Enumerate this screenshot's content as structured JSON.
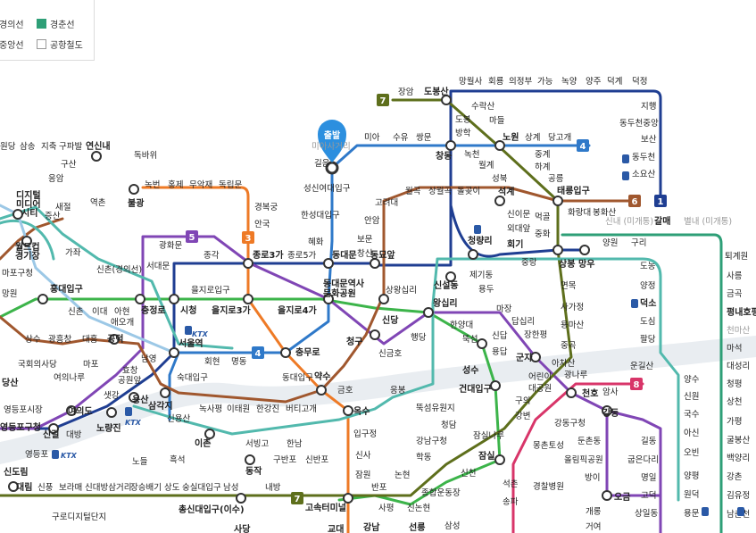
{
  "legend": {
    "items": [
      {
        "label": "경의선"
      },
      {
        "label": "경춘선",
        "color": "#2e9f77"
      },
      {
        "label": "중앙선"
      },
      {
        "label": "공항철도"
      }
    ]
  },
  "marker": {
    "label": "출발"
  },
  "line_badges": [
    {
      "id": "l7a",
      "text": "7",
      "color": "#5e6f1c"
    },
    {
      "id": "l4a",
      "text": "4",
      "color": "#2f79c9"
    },
    {
      "id": "l6",
      "text": "6",
      "color": "#a0572e"
    },
    {
      "id": "l1",
      "text": "1",
      "color": "#1f3e92"
    },
    {
      "id": "l3",
      "text": "3",
      "color": "#ee7a26"
    },
    {
      "id": "l5",
      "text": "5",
      "color": "#8046b5"
    },
    {
      "id": "l4b",
      "text": "4",
      "color": "#2f79c9"
    },
    {
      "id": "l8",
      "text": "8",
      "color": "#d83569"
    },
    {
      "id": "l7b",
      "text": "7",
      "color": "#5e6f1c"
    }
  ],
  "stations": [
    {
      "id": "s0",
      "text": "원당"
    },
    {
      "id": "s1",
      "text": "삼송"
    },
    {
      "id": "s2",
      "text": "지축"
    },
    {
      "id": "s3",
      "text": "구파발"
    },
    {
      "id": "s4",
      "text": "연신내"
    },
    {
      "id": "s5",
      "text": "독바위"
    },
    {
      "id": "s6",
      "text": "구산"
    },
    {
      "id": "s7",
      "text": "응암"
    },
    {
      "id": "s8",
      "text": "새절"
    },
    {
      "id": "s9",
      "text": "역촌"
    },
    {
      "id": "s10",
      "text": "증산"
    },
    {
      "id": "s11",
      "text": "디지털"
    },
    {
      "id": "s12",
      "text": "미디어"
    },
    {
      "id": "s13",
      "text": "시티"
    },
    {
      "id": "s14",
      "text": "불광"
    },
    {
      "id": "s15",
      "text": "녹번"
    },
    {
      "id": "s16",
      "text": "홍제"
    },
    {
      "id": "s17",
      "text": "무악재"
    },
    {
      "id": "s18",
      "text": "독립문"
    },
    {
      "id": "s19",
      "text": "경복궁"
    },
    {
      "id": "s20",
      "text": "안국"
    },
    {
      "id": "s21",
      "text": "월드컵"
    },
    {
      "id": "s22",
      "text": "경기장"
    },
    {
      "id": "s23",
      "text": "마포구청"
    },
    {
      "id": "s24",
      "text": "가좌"
    },
    {
      "id": "s25",
      "text": "망원"
    },
    {
      "id": "s26",
      "text": "신촌(경의선)"
    },
    {
      "id": "s27",
      "text": "서대문"
    },
    {
      "id": "s28",
      "text": "광화문"
    },
    {
      "id": "s29",
      "text": "종각"
    },
    {
      "id": "s30",
      "text": "종로3가"
    },
    {
      "id": "s31",
      "text": "종로5가"
    },
    {
      "id": "s32",
      "text": "동대문"
    },
    {
      "id": "s33",
      "text": "동묘앞"
    },
    {
      "id": "s34",
      "text": "홍대입구"
    },
    {
      "id": "s35",
      "text": "신촌"
    },
    {
      "id": "s36",
      "text": "이대"
    },
    {
      "id": "s37",
      "text": "아현"
    },
    {
      "id": "s38",
      "text": "애오개"
    },
    {
      "id": "s39",
      "text": "충정로"
    },
    {
      "id": "s40",
      "text": "시청"
    },
    {
      "id": "s41",
      "text": "을지로입구"
    },
    {
      "id": "s42",
      "text": "을지로3가"
    },
    {
      "id": "s43",
      "text": "을지로4가"
    },
    {
      "id": "s44",
      "text": "동대문역사"
    },
    {
      "id": "s45",
      "text": "문화공원"
    },
    {
      "id": "s46",
      "text": "상왕십리"
    },
    {
      "id": "s47",
      "text": "신당"
    },
    {
      "id": "s48",
      "text": "상수"
    },
    {
      "id": "s49",
      "text": "광흥창"
    },
    {
      "id": "s50",
      "text": "대흥"
    },
    {
      "id": "s51",
      "text": "공덕"
    },
    {
      "id": "s52",
      "text": "서울역"
    },
    {
      "id": "s53",
      "text": "회현"
    },
    {
      "id": "s54",
      "text": "명동"
    },
    {
      "id": "s55",
      "text": "충무로"
    },
    {
      "id": "s56",
      "text": "청구"
    },
    {
      "id": "s57",
      "text": "신금호"
    },
    {
      "id": "s58",
      "text": "행당"
    },
    {
      "id": "s59",
      "text": "왕십리"
    },
    {
      "id": "s60",
      "text": "국회의사당"
    },
    {
      "id": "s61",
      "text": "마포"
    },
    {
      "id": "s62",
      "text": "여의나루"
    },
    {
      "id": "s63",
      "text": "남영"
    },
    {
      "id": "s64",
      "text": "효창"
    },
    {
      "id": "s65",
      "text": "공원앞"
    },
    {
      "id": "s66",
      "text": "숙대입구"
    },
    {
      "id": "s67",
      "text": "동대입구"
    },
    {
      "id": "s68",
      "text": "약수"
    },
    {
      "id": "s69",
      "text": "금호"
    },
    {
      "id": "s70",
      "text": "응봉"
    },
    {
      "id": "s71",
      "text": "당산"
    },
    {
      "id": "s72",
      "text": "여의도"
    },
    {
      "id": "s73",
      "text": "샛강"
    },
    {
      "id": "s74",
      "text": "용산"
    },
    {
      "id": "s75",
      "text": "삼각지"
    },
    {
      "id": "s76",
      "text": "신용산"
    },
    {
      "id": "s77",
      "text": "녹사평"
    },
    {
      "id": "s78",
      "text": "이태원"
    },
    {
      "id": "s79",
      "text": "한강진"
    },
    {
      "id": "s80",
      "text": "버티고개"
    },
    {
      "id": "s81",
      "text": "옥수"
    },
    {
      "id": "s82",
      "text": "영등포시장"
    },
    {
      "id": "s83",
      "text": "영등포구청"
    },
    {
      "id": "s84",
      "text": "신길"
    },
    {
      "id": "s85",
      "text": "대방"
    },
    {
      "id": "s86",
      "text": "노량진"
    },
    {
      "id": "s87",
      "text": "이촌"
    },
    {
      "id": "s88",
      "text": "서빙고"
    },
    {
      "id": "s89",
      "text": "한남"
    },
    {
      "id": "s90",
      "text": "영등포"
    },
    {
      "id": "s91",
      "text": "노들"
    },
    {
      "id": "s92",
      "text": "흑석"
    },
    {
      "id": "s93",
      "text": "동작"
    },
    {
      "id": "s94",
      "text": "구반포"
    },
    {
      "id": "s95",
      "text": "신반포"
    },
    {
      "id": "s96",
      "text": "신도림"
    },
    {
      "id": "s97",
      "text": "대림"
    },
    {
      "id": "s98",
      "text": "신풍"
    },
    {
      "id": "s99",
      "text": "보라매"
    },
    {
      "id": "s100",
      "text": "신대방삼거리"
    },
    {
      "id": "s101",
      "text": "장승배기"
    },
    {
      "id": "s102",
      "text": "상도"
    },
    {
      "id": "s103",
      "text": "숭실대입구"
    },
    {
      "id": "s104",
      "text": "남성"
    },
    {
      "id": "s105",
      "text": "총신대입구(이수)"
    },
    {
      "id": "s106",
      "text": "내방"
    },
    {
      "id": "s107",
      "text": "고속터미널"
    },
    {
      "id": "s108",
      "text": "구로디지털단지"
    },
    {
      "id": "s109",
      "text": "사당"
    },
    {
      "id": "s110",
      "text": "교대"
    },
    {
      "id": "s111",
      "text": "장암"
    },
    {
      "id": "s112",
      "text": "도봉산"
    },
    {
      "id": "s113",
      "text": "망월사"
    },
    {
      "id": "s114",
      "text": "회룡"
    },
    {
      "id": "s115",
      "text": "의정부"
    },
    {
      "id": "s116",
      "text": "가능"
    },
    {
      "id": "s117",
      "text": "녹양"
    },
    {
      "id": "s118",
      "text": "양주"
    },
    {
      "id": "s119",
      "text": "덕계"
    },
    {
      "id": "s120",
      "text": "덕정"
    },
    {
      "id": "s121",
      "text": "수락산"
    },
    {
      "id": "s122",
      "text": "도봉"
    },
    {
      "id": "s123",
      "text": "마들"
    },
    {
      "id": "s124",
      "text": "방학"
    },
    {
      "id": "s125",
      "text": "미아"
    },
    {
      "id": "s126",
      "text": "수유"
    },
    {
      "id": "s127",
      "text": "쌍문"
    },
    {
      "id": "s128",
      "text": "창동"
    },
    {
      "id": "s129",
      "text": "노원"
    },
    {
      "id": "s130",
      "text": "상계"
    },
    {
      "id": "s131",
      "text": "당고개"
    },
    {
      "id": "s132",
      "text": "지행"
    },
    {
      "id": "s133",
      "text": "동두천중앙"
    },
    {
      "id": "s134",
      "text": "보산"
    },
    {
      "id": "s135",
      "text": "동두천"
    },
    {
      "id": "s136",
      "text": "소요산"
    },
    {
      "id": "s137",
      "text": "미아사거리"
    },
    {
      "id": "s138",
      "text": "길음"
    },
    {
      "id": "s139",
      "text": "녹천"
    },
    {
      "id": "s140",
      "text": "월계"
    },
    {
      "id": "s141",
      "text": "중계"
    },
    {
      "id": "s142",
      "text": "하계"
    },
    {
      "id": "s143",
      "text": "공릉"
    },
    {
      "id": "s144",
      "text": "성북"
    },
    {
      "id": "s145",
      "text": "석계"
    },
    {
      "id": "s146",
      "text": "태릉입구"
    },
    {
      "id": "s147",
      "text": "성신여대입구"
    },
    {
      "id": "s148",
      "text": "월곡"
    },
    {
      "id": "s149",
      "text": "상월곡"
    },
    {
      "id": "s150",
      "text": "돌곶이"
    },
    {
      "id": "s151",
      "text": "고려대"
    },
    {
      "id": "s152",
      "text": "안암"
    },
    {
      "id": "s153",
      "text": "보문"
    },
    {
      "id": "s154",
      "text": "창신"
    },
    {
      "id": "s155",
      "text": "한성대입구"
    },
    {
      "id": "s156",
      "text": "혜화"
    },
    {
      "id": "s157",
      "text": "신이문"
    },
    {
      "id": "s158",
      "text": "외대앞"
    },
    {
      "id": "s159",
      "text": "회기"
    },
    {
      "id": "s160",
      "text": "청량리"
    },
    {
      "id": "s161",
      "text": "제기동"
    },
    {
      "id": "s162",
      "text": "신설동"
    },
    {
      "id": "s163",
      "text": "용두"
    },
    {
      "id": "s164",
      "text": "먹골"
    },
    {
      "id": "s165",
      "text": "중화"
    },
    {
      "id": "s166",
      "text": "화랑대"
    },
    {
      "id": "s167",
      "text": "봉화산"
    },
    {
      "id": "s168",
      "text": "신내 (미개통)"
    },
    {
      "id": "s169",
      "text": "갈매"
    },
    {
      "id": "s170",
      "text": "별내 (미개통)"
    },
    {
      "id": "s171",
      "text": "퇴계원"
    },
    {
      "id": "s172",
      "text": "중랑"
    },
    {
      "id": "s173",
      "text": "상봉"
    },
    {
      "id": "s174",
      "text": "망우"
    },
    {
      "id": "s175",
      "text": "양원"
    },
    {
      "id": "s176",
      "text": "구리"
    },
    {
      "id": "s177",
      "text": "사릉"
    },
    {
      "id": "s178",
      "text": "금곡"
    },
    {
      "id": "s179",
      "text": "평내호평"
    },
    {
      "id": "s180",
      "text": "도농"
    },
    {
      "id": "s181",
      "text": "양정"
    },
    {
      "id": "s182",
      "text": "덕소"
    },
    {
      "id": "s183",
      "text": "도심"
    },
    {
      "id": "s184",
      "text": "팔당"
    },
    {
      "id": "s185",
      "text": "천마산"
    },
    {
      "id": "s186",
      "text": "마석"
    },
    {
      "id": "s187",
      "text": "대성리"
    },
    {
      "id": "s188",
      "text": "청평"
    },
    {
      "id": "s189",
      "text": "상천"
    },
    {
      "id": "s190",
      "text": "가평"
    },
    {
      "id": "s191",
      "text": "굴봉산"
    },
    {
      "id": "s192",
      "text": "백양리"
    },
    {
      "id": "s193",
      "text": "강촌"
    },
    {
      "id": "s194",
      "text": "김유정"
    },
    {
      "id": "s195",
      "text": "남춘천"
    },
    {
      "id": "s196",
      "text": "면목"
    },
    {
      "id": "s197",
      "text": "사가정"
    },
    {
      "id": "s198",
      "text": "용마산"
    },
    {
      "id": "s199",
      "text": "중곡"
    },
    {
      "id": "s200",
      "text": "마장"
    },
    {
      "id": "s201",
      "text": "답십리"
    },
    {
      "id": "s202",
      "text": "장한평"
    },
    {
      "id": "s203",
      "text": "한양대"
    },
    {
      "id": "s204",
      "text": "뚝섬"
    },
    {
      "id": "s205",
      "text": "성수"
    },
    {
      "id": "s206",
      "text": "신답"
    },
    {
      "id": "s207",
      "text": "용답"
    },
    {
      "id": "s208",
      "text": "건대입구"
    },
    {
      "id": "s209",
      "text": "군자"
    },
    {
      "id": "s210",
      "text": "아차산"
    },
    {
      "id": "s211",
      "text": "광나루"
    },
    {
      "id": "s212",
      "text": "어린이"
    },
    {
      "id": "s213",
      "text": "대공원"
    },
    {
      "id": "s214",
      "text": "구의"
    },
    {
      "id": "s215",
      "text": "강변"
    },
    {
      "id": "s216",
      "text": "잠실나루"
    },
    {
      "id": "s217",
      "text": "천호"
    },
    {
      "id": "s218",
      "text": "암사"
    },
    {
      "id": "s219",
      "text": "강동"
    },
    {
      "id": "s220",
      "text": "길동"
    },
    {
      "id": "s221",
      "text": "굽은다리"
    },
    {
      "id": "s222",
      "text": "명일"
    },
    {
      "id": "s223",
      "text": "고덕"
    },
    {
      "id": "s224",
      "text": "상일동"
    },
    {
      "id": "s225",
      "text": "강동구청"
    },
    {
      "id": "s226",
      "text": "몽촌토성"
    },
    {
      "id": "s227",
      "text": "둔촌동"
    },
    {
      "id": "s228",
      "text": "올림픽공원"
    },
    {
      "id": "s229",
      "text": "방이"
    },
    {
      "id": "s230",
      "text": "오금"
    },
    {
      "id": "s231",
      "text": "개롱"
    },
    {
      "id": "s232",
      "text": "거여"
    },
    {
      "id": "s233",
      "text": "운길산"
    },
    {
      "id": "s234",
      "text": "양수"
    },
    {
      "id": "s235",
      "text": "신원"
    },
    {
      "id": "s236",
      "text": "국수"
    },
    {
      "id": "s237",
      "text": "아신"
    },
    {
      "id": "s238",
      "text": "오빈"
    },
    {
      "id": "s239",
      "text": "양평"
    },
    {
      "id": "s240",
      "text": "원덕"
    },
    {
      "id": "s241",
      "text": "용문"
    },
    {
      "id": "s242",
      "text": "입구정"
    },
    {
      "id": "s243",
      "text": "신사"
    },
    {
      "id": "s244",
      "text": "잠원"
    },
    {
      "id": "s245",
      "text": "반포"
    },
    {
      "id": "s246",
      "text": "논현"
    },
    {
      "id": "s247",
      "text": "강남구청"
    },
    {
      "id": "s248",
      "text": "학동"
    },
    {
      "id": "s249",
      "text": "청담"
    },
    {
      "id": "s250",
      "text": "뚝섬유원지"
    },
    {
      "id": "s251",
      "text": "잠실"
    },
    {
      "id": "s252",
      "text": "신천"
    },
    {
      "id": "s253",
      "text": "종합운동장"
    },
    {
      "id": "s254",
      "text": "석촌"
    },
    {
      "id": "s255",
      "text": "송파"
    },
    {
      "id": "s256",
      "text": "경찰병원"
    },
    {
      "id": "s257",
      "text": "삼성"
    },
    {
      "id": "s258",
      "text": "사평"
    },
    {
      "id": "s259",
      "text": "신논현"
    },
    {
      "id": "s260",
      "text": "강남"
    },
    {
      "id": "s261",
      "text": "선릉"
    },
    {
      "id": "s262",
      "text": "KTX"
    },
    {
      "id": "s263",
      "text": "KTX"
    },
    {
      "id": "s264",
      "text": "KTX"
    }
  ]
}
